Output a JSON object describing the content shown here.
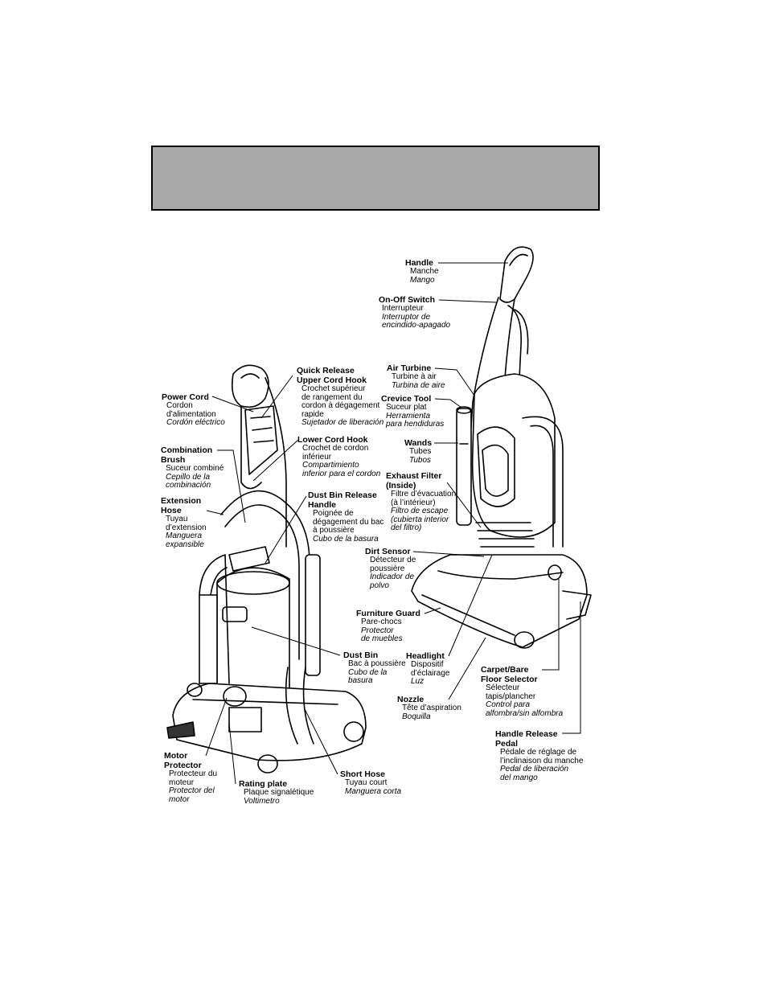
{
  "labels": {
    "handle": {
      "en": "Handle",
      "fr": "Manche",
      "es": "Mango"
    },
    "on_off_switch": {
      "en": "On-Off Switch",
      "fr": "Interrupteur",
      "es1": "Interruptor de",
      "es2": "encindido-apagado"
    },
    "air_turbine": {
      "en": "Air Turbine",
      "fr": "Turbine à air",
      "es": "Turbina de aire"
    },
    "crevice_tool": {
      "en": "Crevice Tool",
      "fr": "Suceur plat",
      "es1": "Herramienta",
      "es2": "para hendiduras"
    },
    "wands": {
      "en": "Wands",
      "fr": "Tubes",
      "es": "Tubos"
    },
    "exhaust_filter": {
      "en1": "Exhaust Filter",
      "en2": "(Inside)",
      "fr1": "Filtre d’évacuation",
      "fr2": "(à l’intérieur)",
      "es1": "Filtro de escape",
      "es2": "(cubierta interior",
      "es3": "del filtro)"
    },
    "dirt_sensor": {
      "en": "Dirt Sensor",
      "fr1": "Détecteur de",
      "fr2": "poussière",
      "es1": "Indicador de",
      "es2": "polvo"
    },
    "furniture_guard": {
      "en": "Furniture Guard",
      "fr": "Pare-chocs",
      "es1": "Protector",
      "es2": "de muebles"
    },
    "headlight": {
      "en": "Headlight",
      "fr1": "Dispositif",
      "fr2": "d’éclairage",
      "es": "Luz"
    },
    "carpet_selector": {
      "en1": "Carpet/Bare",
      "en2": "Floor Selector",
      "fr1": "Sélecteur",
      "fr2": "tapis/plancher",
      "es1": "Control para",
      "es2": "alfombra/sin alfombra"
    },
    "nozzle": {
      "en": "Nozzle",
      "fr": "Tête d’aspiration",
      "es": "Boquilla"
    },
    "handle_release_pedal": {
      "en1": "Handle Release",
      "en2": "Pedal",
      "fr1": "Pédale de réglage de",
      "fr2": "l’inclinaison du manche",
      "es1": "Pedal de liberación",
      "es2": "del mango"
    },
    "quick_release": {
      "en1": "Quick Release",
      "en2": "Upper Cord Hook",
      "fr1": "Crochet supérieur",
      "fr2": "de rangement du",
      "fr3": "cordon à dégagement",
      "fr4": "rapide",
      "es": "Sujetador de liberación"
    },
    "power_cord": {
      "en": "Power Cord",
      "fr1": "Cordon",
      "fr2": "d’alimentation",
      "es": "Cordón eléctrico"
    },
    "lower_cord_hook": {
      "en": "Lower Cord Hook",
      "fr1": "Crochet de cordon",
      "fr2": "inférieur",
      "es1": "Compartimiento",
      "es2": "inferior para el cordon"
    },
    "combination_brush": {
      "en1": "Combination",
      "en2": "Brush",
      "fr": "Suceur combiné",
      "es1": "Cepillo de la",
      "es2": "combinación"
    },
    "dust_bin_release": {
      "en1": "Dust Bin Release",
      "en2": "Handle",
      "fr1": "Poignée de",
      "fr2": "dégagement du bac",
      "fr3": "à poussière",
      "es": "Cubo de la basura"
    },
    "extension_hose": {
      "en1": "Extension",
      "en2": "Hose",
      "fr1": "Tuyau",
      "fr2": "d’extension",
      "es1": "Manguera",
      "es2": "expansible"
    },
    "dust_bin": {
      "en": "Dust Bin",
      "fr": "Bac à poussière",
      "es1": "Cubo de la",
      "es2": "basura"
    },
    "motor_protector": {
      "en1": "Motor",
      "en2": "Protector",
      "fr1": "Protecteur du",
      "fr2": "moteur",
      "es1": "Protector del",
      "es2": "motor"
    },
    "rating_plate": {
      "en": "Rating plate",
      "fr": "Plaque signalétique",
      "es": "Voltimetro"
    },
    "short_hose": {
      "en": "Short Hose",
      "fr": "Tuyau court",
      "es": "Manguera corta"
    }
  }
}
